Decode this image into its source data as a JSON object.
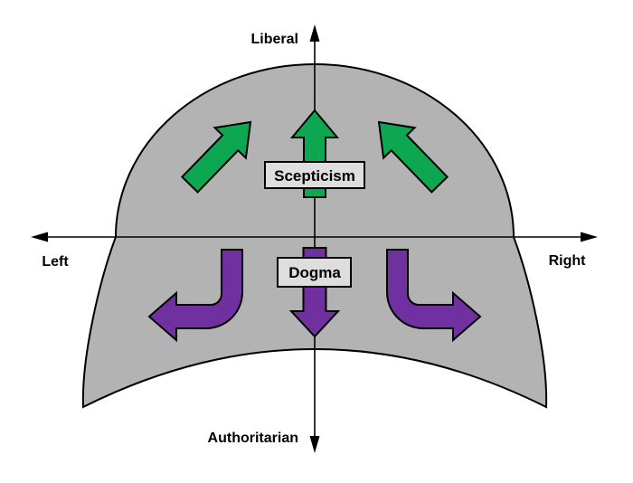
{
  "diagram": {
    "title_implicit": "Political compass dome diagram",
    "axes": {
      "top_label": "Liberal",
      "bottom_label": "Authoritarian",
      "left_label": "Left",
      "right_label": "Right"
    },
    "concepts": {
      "upper": "Scepticism",
      "lower": "Dogma"
    },
    "colors": {
      "dome_fill": "#b3b3b3",
      "skepticism_green": "#0ca750",
      "dogma_purple": "#7030a0",
      "label_box_fill": "#dedede",
      "line_black": "#000000"
    }
  }
}
